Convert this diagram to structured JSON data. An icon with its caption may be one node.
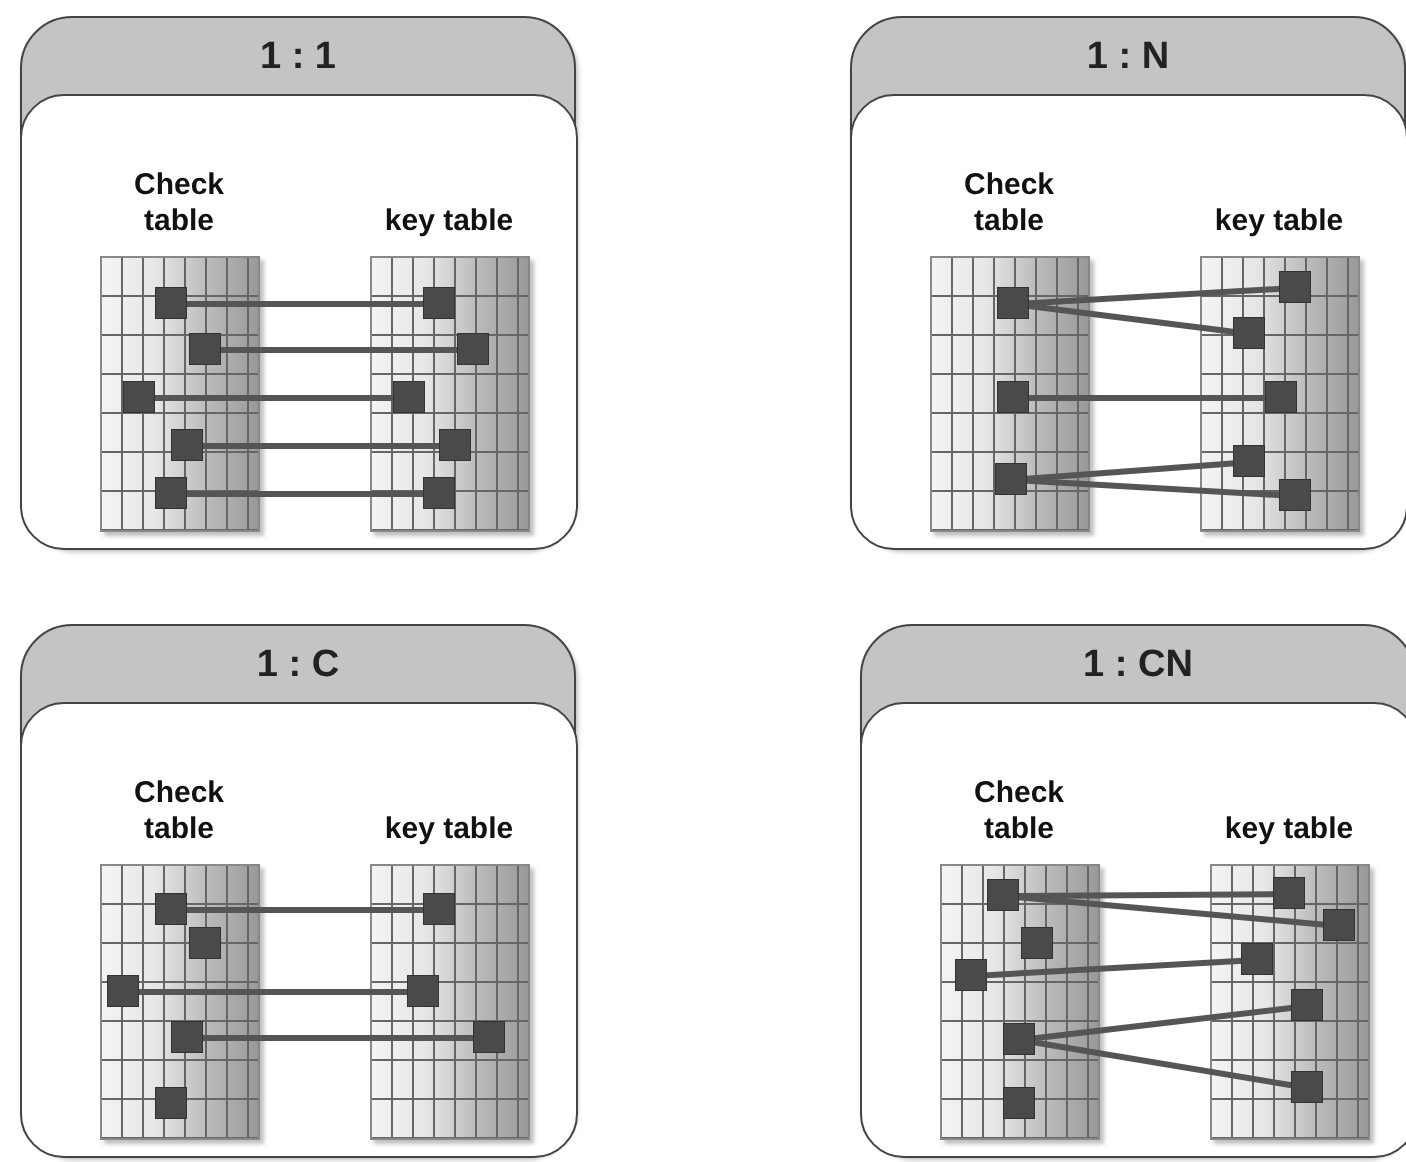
{
  "diagram": {
    "nodes": [
      {
        "text": [
          "1 : 1"
        ]
      },
      {
        "text": [
          "Check table"
        ],
        "in": 0
      },
      {
        "text": [
          "key table"
        ],
        "in": 0
      },
      {
        "text": [],
        "shape": "box",
        "in": 1
      },
      {
        "text": [],
        "shape": "box",
        "in": 1
      },
      {
        "text": [],
        "shape": "box",
        "in": 1
      },
      {
        "text": [],
        "shape": "box",
        "in": 1
      },
      {
        "text": [],
        "shape": "box",
        "in": 1
      },
      {
        "text": [],
        "shape": "box",
        "in": 2
      },
      {
        "text": [],
        "shape": "box",
        "in": 2
      },
      {
        "text": [],
        "shape": "box",
        "in": 2
      },
      {
        "text": [],
        "shape": "box",
        "in": 2
      },
      {
        "text": [],
        "shape": "box",
        "in": 2
      },
      {
        "text": [
          "1 : N"
        ]
      },
      {
        "text": [
          "Check table"
        ],
        "in": 13
      },
      {
        "text": [
          "key table"
        ],
        "in": 13
      },
      {
        "text": [],
        "shape": "box",
        "in": 14
      },
      {
        "text": [],
        "shape": "box",
        "in": 14
      },
      {
        "text": [],
        "shape": "box",
        "in": 14
      },
      {
        "text": [],
        "shape": "box",
        "in": 15
      },
      {
        "text": [],
        "shape": "box",
        "in": 15
      },
      {
        "text": [],
        "shape": "box",
        "in": 15
      },
      {
        "text": [],
        "shape": "box",
        "in": 15
      },
      {
        "text": [],
        "shape": "box",
        "in": 15
      },
      {
        "text": [
          "1 : C"
        ]
      },
      {
        "text": [
          "Check table"
        ],
        "in": 24
      },
      {
        "text": [
          "key table"
        ],
        "in": 24
      },
      {
        "text": [],
        "shape": "box",
        "in": 25
      },
      {
        "text": [],
        "shape": "box",
        "in": 25
      },
      {
        "text": [],
        "shape": "box",
        "in": 25
      },
      {
        "text": [],
        "shape": "box",
        "in": 25
      },
      {
        "text": [],
        "shape": "box",
        "in": 25
      },
      {
        "text": [],
        "shape": "box",
        "in": 26
      },
      {
        "text": [],
        "shape": "box",
        "in": 26
      },
      {
        "text": [],
        "shape": "box",
        "in": 26
      },
      {
        "text": [
          "1 : CN"
        ]
      },
      {
        "text": [
          "Check table"
        ],
        "in": 35
      },
      {
        "text": [
          "key table"
        ],
        "in": 35
      },
      {
        "text": [],
        "shape": "box",
        "in": 36
      },
      {
        "text": [],
        "shape": "box",
        "in": 36
      },
      {
        "text": [],
        "shape": "box",
        "in": 36
      },
      {
        "text": [],
        "shape": "box",
        "in": 36
      },
      {
        "text": [],
        "shape": "box",
        "in": 36
      },
      {
        "text": [],
        "shape": "box",
        "in": 37
      },
      {
        "text": [],
        "shape": "box",
        "in": 37
      },
      {
        "text": [],
        "shape": "box",
        "in": 37
      },
      {
        "text": [],
        "shape": "box",
        "in": 37
      },
      {
        "text": [],
        "shape": "box",
        "in": 37
      }
    ],
    "edges": [
      {
        "from": 3,
        "to": 8,
        "arrow": "none"
      },
      {
        "from": 4,
        "to": 9,
        "arrow": "none"
      },
      {
        "from": 5,
        "to": 10,
        "arrow": "none"
      },
      {
        "from": 6,
        "to": 11,
        "arrow": "none"
      },
      {
        "from": 7,
        "to": 12,
        "arrow": "none"
      },
      {
        "from": 16,
        "to": 19,
        "arrow": "none"
      },
      {
        "from": 16,
        "to": 20,
        "arrow": "none"
      },
      {
        "from": 17,
        "to": 21,
        "arrow": "none"
      },
      {
        "from": 18,
        "to": 22,
        "arrow": "none"
      },
      {
        "from": 18,
        "to": 23,
        "arrow": "none"
      },
      {
        "from": 27,
        "to": 32,
        "arrow": "none"
      },
      {
        "from": 29,
        "to": 33,
        "arrow": "none"
      },
      {
        "from": 30,
        "to": 34,
        "arrow": "none"
      },
      {
        "from": 38,
        "to": 43,
        "arrow": "none"
      },
      {
        "from": 38,
        "to": 44,
        "arrow": "none"
      },
      {
        "from": 40,
        "to": 45,
        "arrow": "none"
      },
      {
        "from": 41,
        "to": 46,
        "arrow": "none"
      },
      {
        "from": 41,
        "to": 47,
        "arrow": "none"
      }
    ]
  }
}
